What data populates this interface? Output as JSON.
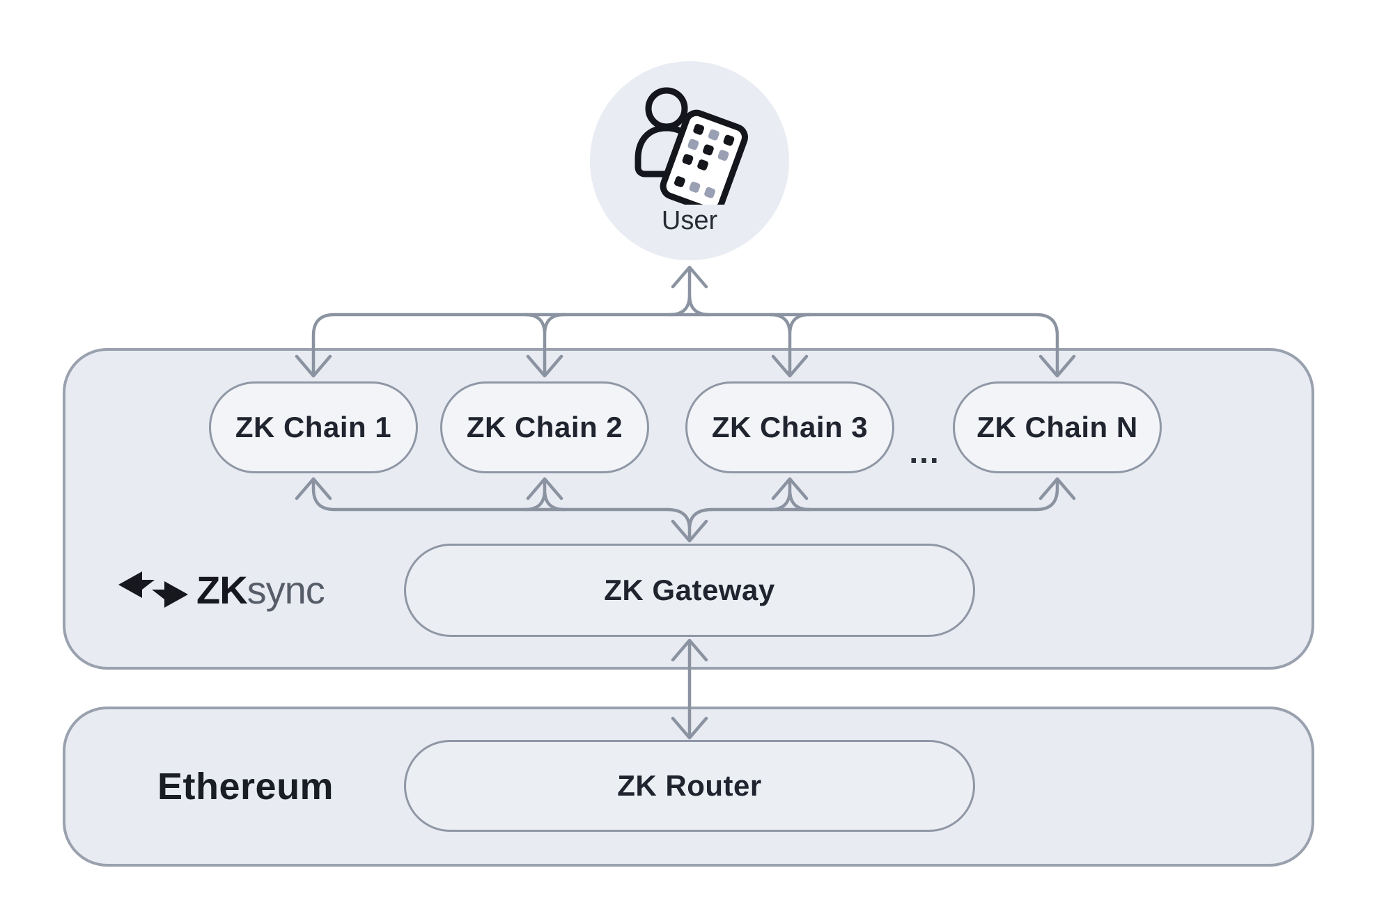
{
  "diagram": {
    "user": {
      "label": "User"
    },
    "zksync_section": {
      "logo": {
        "bold": "ZK",
        "light": "sync"
      },
      "chains": [
        {
          "label": "ZK Chain 1"
        },
        {
          "label": "ZK Chain 2"
        },
        {
          "label": "ZK Chain 3"
        },
        {
          "label": "ZK Chain N"
        }
      ],
      "ellipsis": "...",
      "gateway": {
        "label": "ZK Gateway"
      }
    },
    "ethereum_section": {
      "label": "Ethereum",
      "router": {
        "label": "ZK Router"
      }
    },
    "colors": {
      "background": "#ffffff",
      "container_fill": "#e8ebf1",
      "container_border": "#9aa1ae",
      "pill_fill": "#f2f4f8",
      "inner_pill_fill": "#ebeef3",
      "pill_border": "#8f97a5",
      "line": "#8b93a1",
      "text_dark": "#20242e",
      "logo_sync_gray": "#565d69"
    }
  }
}
